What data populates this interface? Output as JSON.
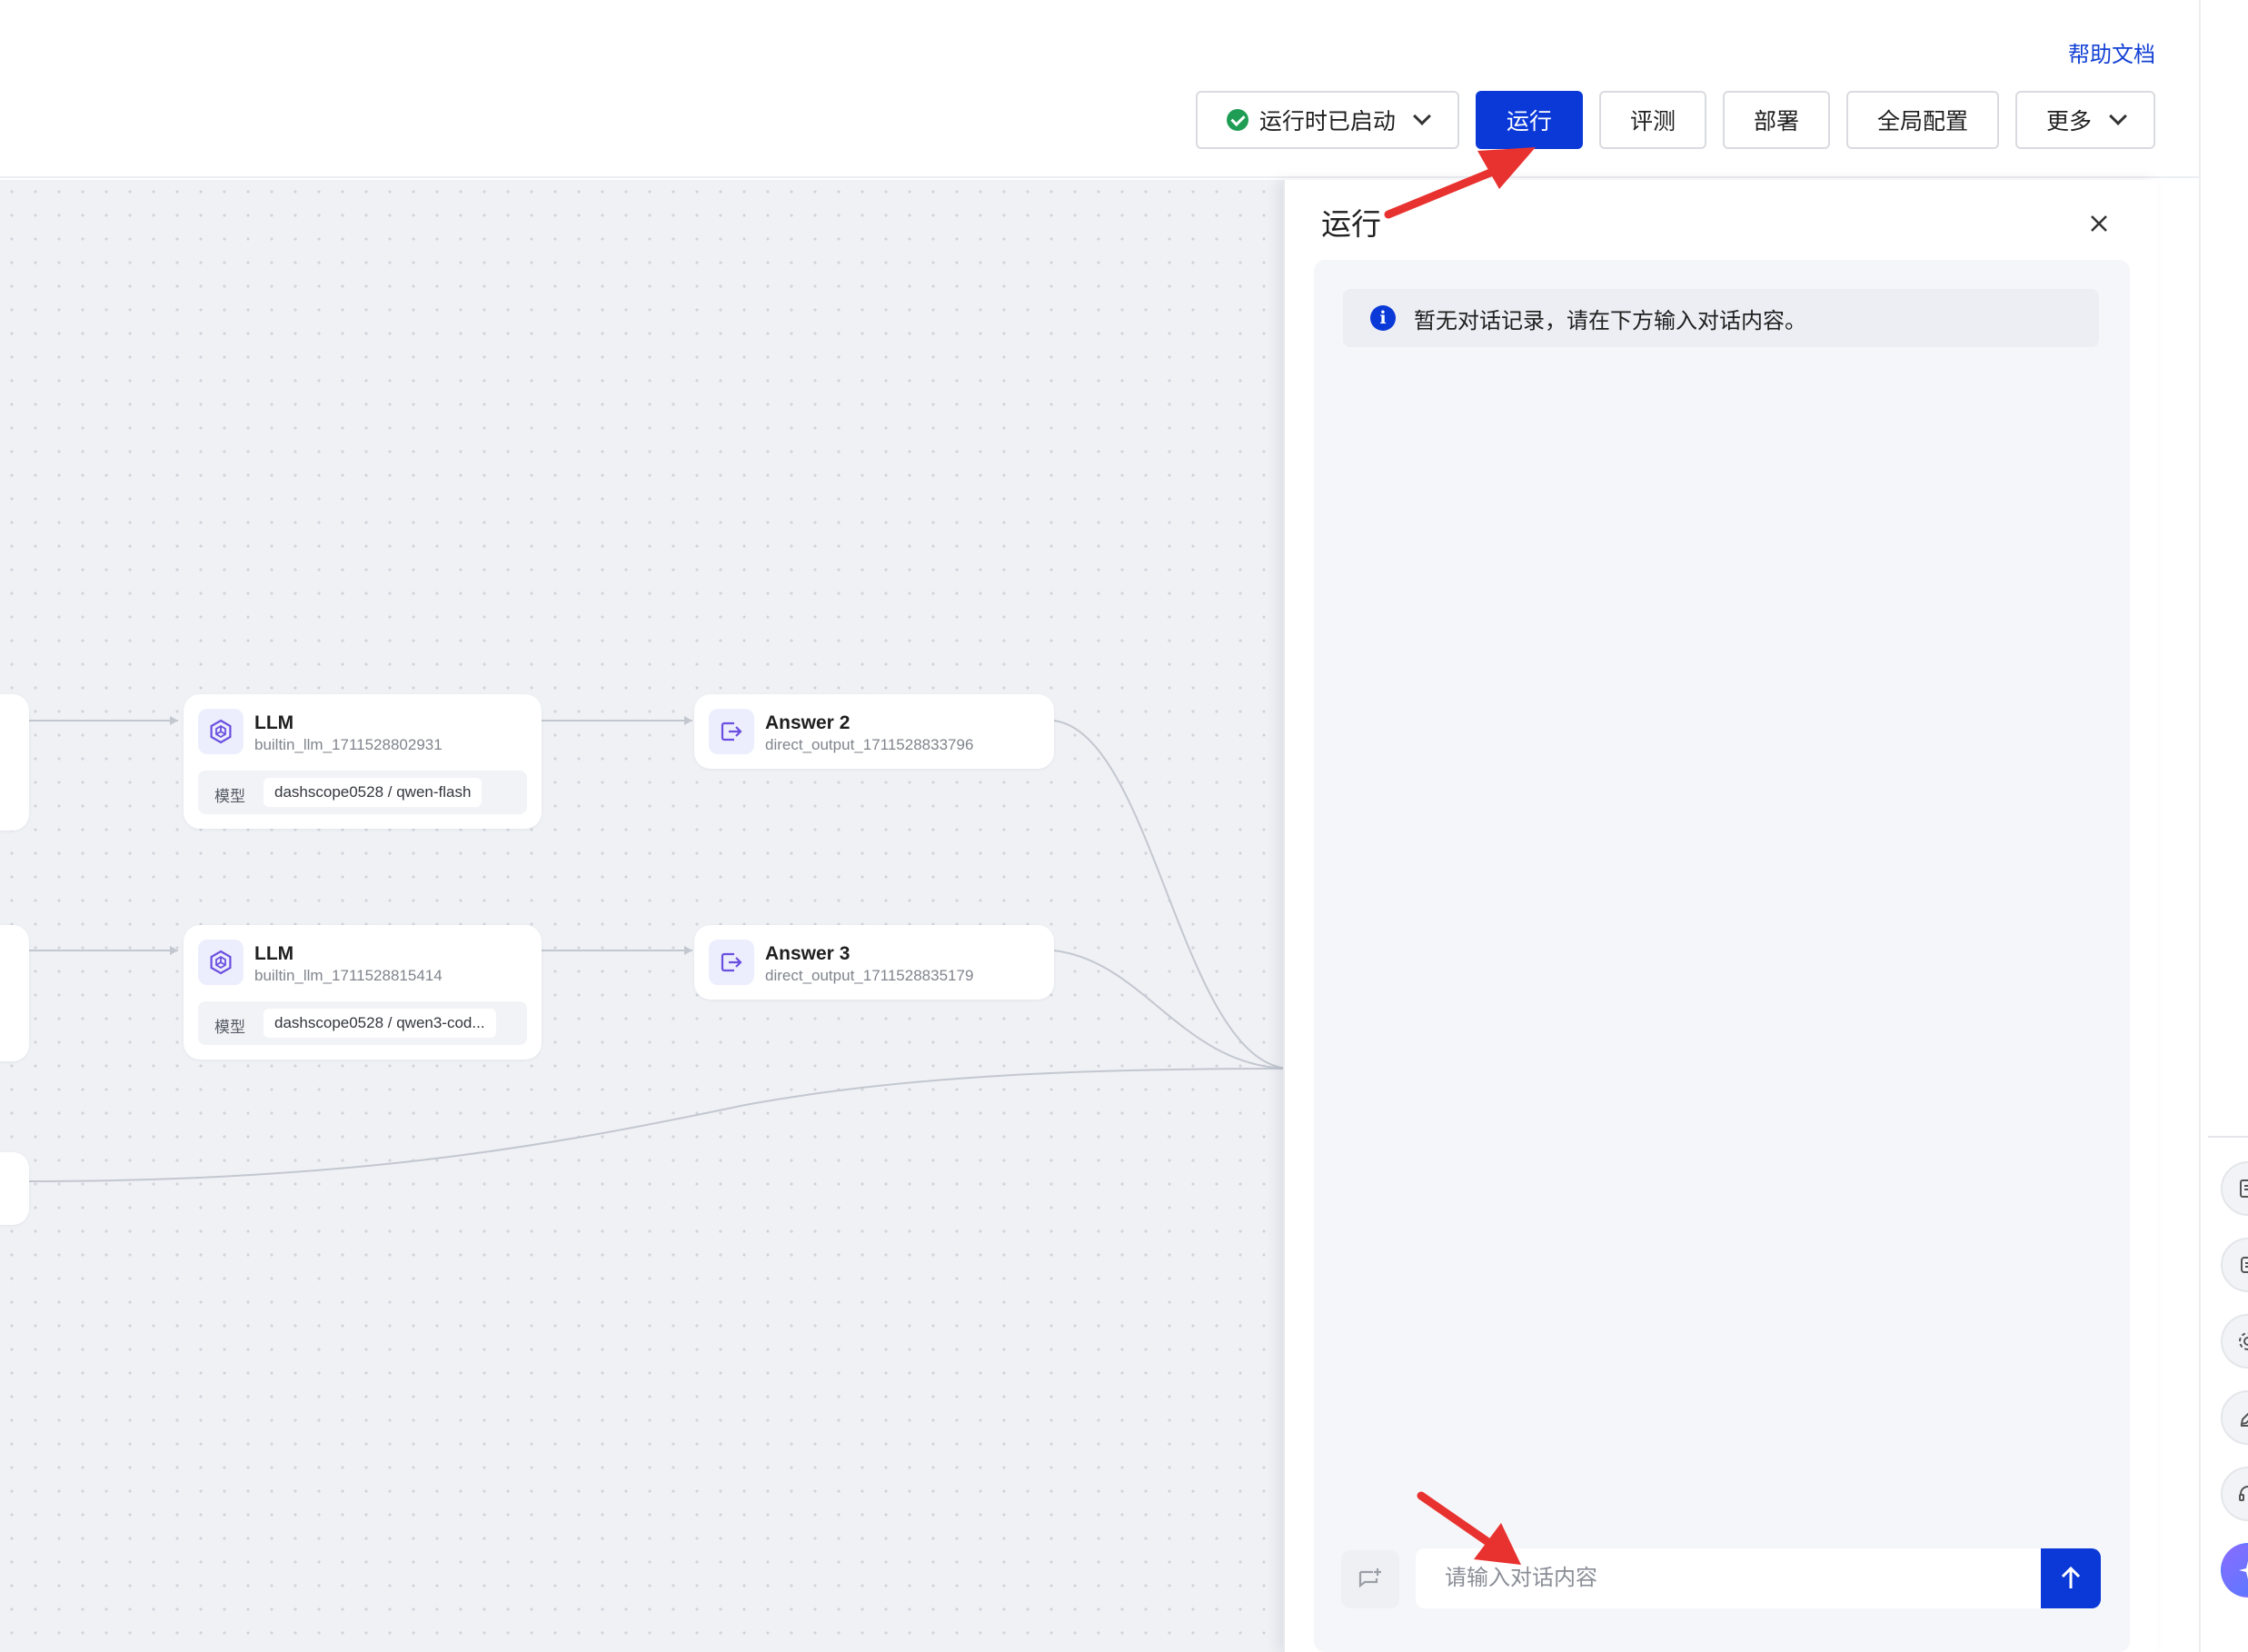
{
  "header": {
    "help_link": "帮助文档",
    "runtime_status": "运行时已启动",
    "run_button": "运行",
    "evaluate_button": "评测",
    "deploy_button": "部署",
    "global_config_button": "全局配置",
    "more_button": "更多"
  },
  "canvas": {
    "nodes": [
      {
        "title": "LLM",
        "id": "builtin_llm_1711528802931",
        "model_label": "模型",
        "model": "dashscope0528 / qwen-flash"
      },
      {
        "title": "Answer 2",
        "id": "direct_output_1711528833796"
      },
      {
        "title": "LLM",
        "id": "builtin_llm_1711528815414",
        "model_label": "模型",
        "model": "dashscope0528 / qwen3-cod..."
      },
      {
        "title": "Answer 3",
        "id": "direct_output_1711528835179"
      }
    ]
  },
  "run_panel": {
    "title": "运行",
    "empty_notice": "暂无对话记录，请在下方输入对话内容。",
    "input_placeholder": "请输入对话内容"
  },
  "colors": {
    "primary": "#0b39d8",
    "status_ok": "#1f9d55",
    "annotation_arrow": "#e8322f",
    "canvas_bg": "#eff1f5",
    "node_icon": "#6b4fe0"
  },
  "icons": {
    "status": "check-circle-icon",
    "llm_node": "llm-hexagon-icon",
    "answer_node": "output-arrow-icon",
    "close": "close-icon",
    "info": "info-icon",
    "new_chat": "new-chat-icon",
    "send": "arrow-up-icon"
  }
}
